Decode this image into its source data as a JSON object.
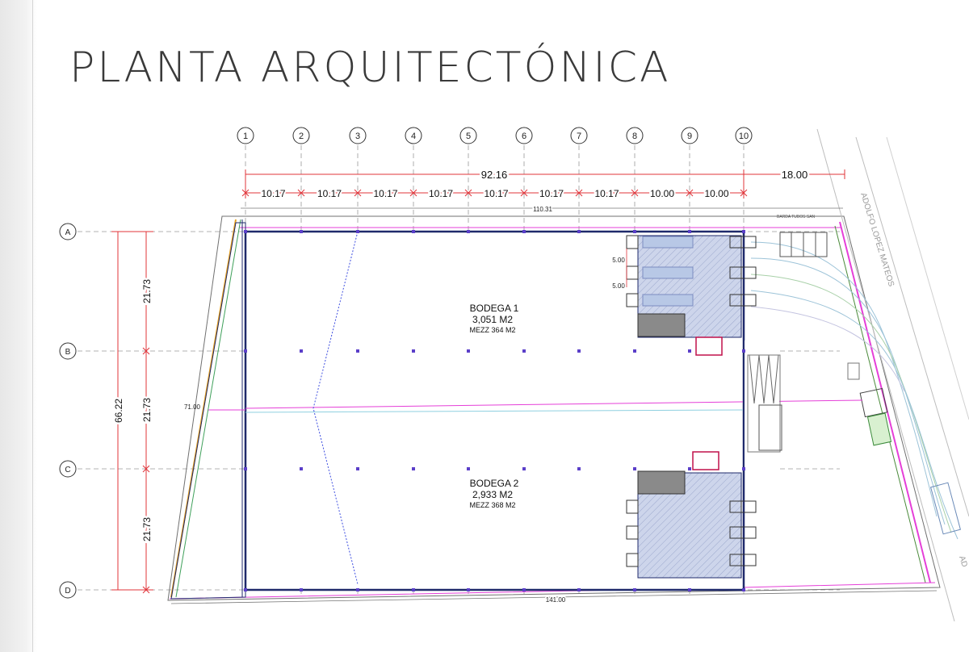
{
  "title": "PLANTA ARQUITECTÓNICA",
  "grid_columns": [
    "1",
    "2",
    "3",
    "4",
    "5",
    "6",
    "7",
    "8",
    "9",
    "10"
  ],
  "grid_rows": [
    "A",
    "B",
    "C",
    "D"
  ],
  "dimensions": {
    "total_top": "92.16",
    "top_right": "18.00",
    "bays": [
      "10.17",
      "10.17",
      "10.17",
      "10.17",
      "10.17",
      "10.17",
      "10.17",
      "10.00",
      "10.00"
    ],
    "inner_top": "110.31",
    "bottom": "141.00",
    "left_total": "66.22",
    "left_bays": [
      "21.73",
      "21.73",
      "21.73"
    ],
    "mid_left": "71.00",
    "dock_1": "5.00",
    "dock_2": "5.00"
  },
  "warehouses": [
    {
      "name": "BODEGA 1",
      "area": "3,051 M2",
      "mezz": "MEZZ 364 M2"
    },
    {
      "name": "BODEGA 2",
      "area": "2,933 M2",
      "mezz": "MEZZ 368 M2"
    }
  ],
  "street_label": "ADOLFO LOPEZ MATEOS",
  "street_label_2": "AD",
  "gate_label": "BARDA TUBOS SAN",
  "colors": {
    "wall": "#1f2a6b",
    "dimension": "#e0343a",
    "axis": "#8a8a8a",
    "magenta": "#e53fd8",
    "dock_fill": "#c9d3ea",
    "column": "#5b3fc9"
  }
}
